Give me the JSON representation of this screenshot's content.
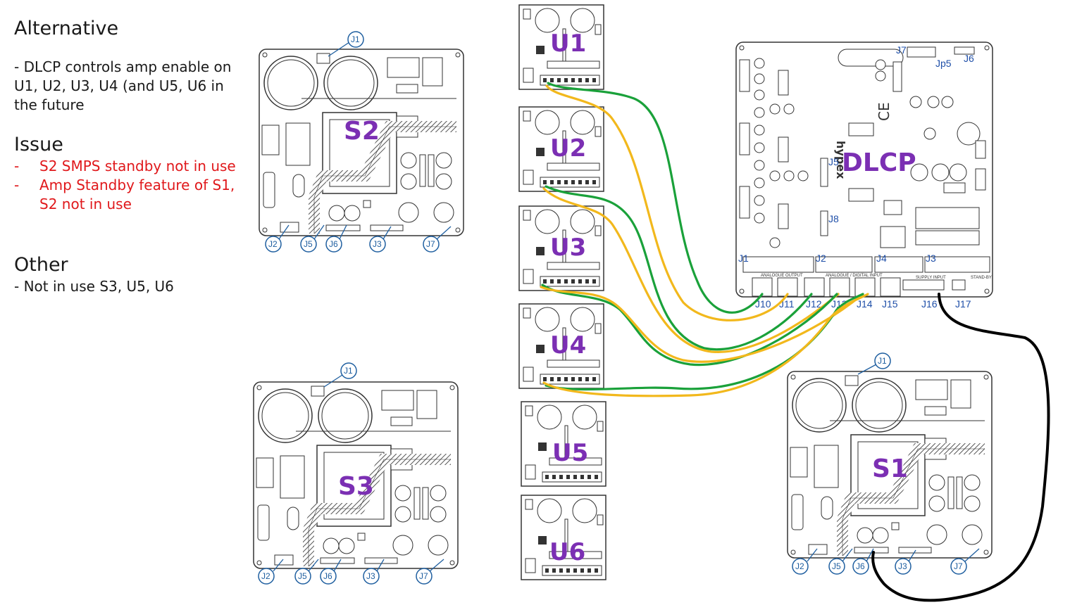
{
  "notes": {
    "alternative_heading": "Alternative",
    "alternative_text": "- DLCP controls amp enable on U1, U2, U3, U4 (and U5, U6 in the future",
    "issue_heading": "Issue",
    "issues": [
      {
        "dash": "-",
        "text": "S2 SMPS standby not in use"
      },
      {
        "dash": "-",
        "text": "Amp Standby feature of S1, S2 not in use"
      }
    ],
    "other_heading": "Other",
    "other_text": "- Not in use S3, U5, U6"
  },
  "boards": {
    "s2": "S2",
    "s3": "S3",
    "s1": "S1",
    "u1": "U1",
    "u2": "U2",
    "u3": "U3",
    "u4": "U4",
    "u5": "U5",
    "u6": "U6",
    "dlcp": "DLCP"
  },
  "callouts": {
    "j1": "J1",
    "j2": "J2",
    "j3": "J3",
    "j5": "J5",
    "j6": "J6",
    "j7": "J7"
  },
  "dlcp_connectors": {
    "j1": "J1",
    "j2": "J2",
    "j3": "J3",
    "j4": "J4",
    "j5": "J5",
    "j6": "J6",
    "j7": "J7",
    "j8": "J8",
    "jp5": "Jp5",
    "j10": "J10",
    "j11": "J11",
    "j12": "J12",
    "j13": "J13",
    "j14": "J14",
    "j15": "J15",
    "j16": "J16",
    "j17": "J17"
  },
  "dlcp_text": {
    "brand": "hypex",
    "ce": "CE",
    "analogue_output": "ANALOGUE OUTPUT",
    "analogue_digital_input": "ANALOGUE / DIGITAL INPUT",
    "supply_input": "SUPPLY INPUT",
    "standby": "STAND-BY"
  },
  "colors": {
    "green_wire": "#1aa13a",
    "yellow_wire": "#f2b81c",
    "black_wire": "#000000",
    "board_label": "#7b2fb3",
    "callout": "#1f5fa0",
    "issue_text": "#e0181b"
  }
}
